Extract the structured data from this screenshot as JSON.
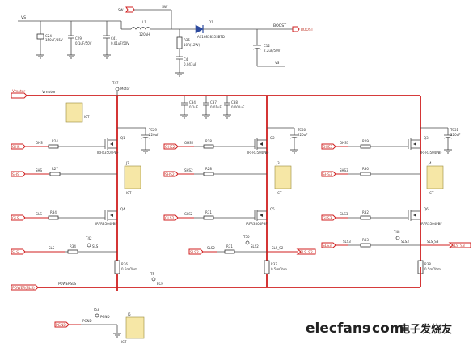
{
  "top": {
    "net_vs": "VS",
    "sw_port": "SW",
    "sw_net": "SW",
    "c_c24": "C24",
    "c_c24_val": "150uF/35V",
    "c_c29": "C29",
    "c_c29_val": "0.1uF/50V",
    "c_c41": "C41",
    "c_c41_val": "0.01uF/50V",
    "l1_ref": "L1",
    "l1_val": "120uH",
    "r35_ref": "R35",
    "r35_val": "10R(12W)",
    "c4_ref": "C4",
    "c4_val": "0.047uF",
    "d1_ref": "D1",
    "d1_val": "AS1685835SBTD",
    "boost_net": "BOOST",
    "boost_port": "BOOST",
    "c12_ref": "C12",
    "c12_val": "2.2uF/50V",
    "vs_net2": "VS"
  },
  "bus": {
    "vmotor_port": "Vmotor",
    "vmotor_net": "Vmotor",
    "tp_t47": "T47",
    "tp_t47_label": "Motor",
    "c34": "C34",
    "c34_val": "0.1uF",
    "c37": "C37",
    "c37_val": "0.01uF",
    "c38": "C38",
    "c38_val": "0.001uF"
  },
  "phase1": {
    "cap_ic": "ICT",
    "ohs_port": "OHS",
    "ohs_net": "OHS",
    "r24": "R24",
    "q_hi": "Q1",
    "q_hi_part": "IRFR3504PBF",
    "tc29": "TC29",
    "tc29_val": "220uF",
    "shs_port": "SHS",
    "shs_net": "SHS",
    "r27": "R27",
    "j": "J2",
    "j_ic": "ICT",
    "gls_port": "GLS",
    "gls_net": "GLS",
    "r34": "R34",
    "q_lo": "Q4",
    "q_lo_part": "IRFR3504PBF",
    "tp_t42": "T42",
    "sls_port": "SLS",
    "sls_net": "SLS",
    "r_sense_ref": "R34",
    "tp_sls": "SLS",
    "r36": "R36",
    "r36_val": "0.5mOhm",
    "power_sls_port": "POWER(SLS)",
    "power_sls_net": "POWERSLS",
    "tp_t5": "T5",
    "tp_t5_label": "ECR",
    "tp_t53": "T53",
    "pgnd_port": "PGND",
    "pgnd_net": "PGND",
    "tp_pgnd": "PGND",
    "j_gnd": "J5",
    "j_gnd_ic": "ICT"
  },
  "phase2": {
    "ohs_port": "OHS2",
    "ohs_net": "OHS2",
    "r_ohs": "R18",
    "q_hi": "Q2",
    "q_hi_part": "IRFR3504PBF",
    "tc": "TC30",
    "tc_val": "220uF",
    "shs_port": "SHS2",
    "shs_net": "SHS2",
    "r_shs": "R28",
    "j": "J3",
    "j_ic": "ICT",
    "gls_port": "GLS2",
    "gls_net": "GLS2",
    "r_gls": "R31",
    "q_lo": "Q5",
    "q_lo_part": "IRFR3504PBF",
    "tp": "T50",
    "sls_port": "SLS2",
    "sls_net": "SLS2",
    "r_sense_ref": "R31",
    "tp_sls": "SLS2",
    "out_net": "SLS_S2",
    "out_port": "SLS_S2",
    "r_shunt": "R37",
    "r_shunt_val": "0.5mOhm"
  },
  "phase3": {
    "ohs_port": "OHS3",
    "ohs_net": "OHS3",
    "r_ohs": "R29",
    "q_hi": "Q3",
    "q_hi_part": "IRFR3504PBF",
    "tc": "TC31",
    "tc_val": "220uF",
    "shs_port": "SHS3",
    "shs_net": "SHS3",
    "r_shs": "R30",
    "j": "J4",
    "j_ic": "ICT",
    "gls_port": "GLS3",
    "gls_net": "GLS3",
    "r_gls": "R32",
    "q_lo": "Q6",
    "q_lo_part": "IRFR3504PBF",
    "tp": "T48",
    "sls_port": "SLS3",
    "sls_net": "SLS3",
    "r_sense_ref": "R33",
    "tp_sls": "SLS3",
    "out_net": "SLS_S3",
    "out_port": "SLS_S3",
    "r_shunt": "R38",
    "r_shunt_val": "0.5mOhm"
  },
  "watermark": {
    "brand": "elecfans",
    "dot": "·",
    "tld": "com",
    "cn": "电子发烧友"
  }
}
